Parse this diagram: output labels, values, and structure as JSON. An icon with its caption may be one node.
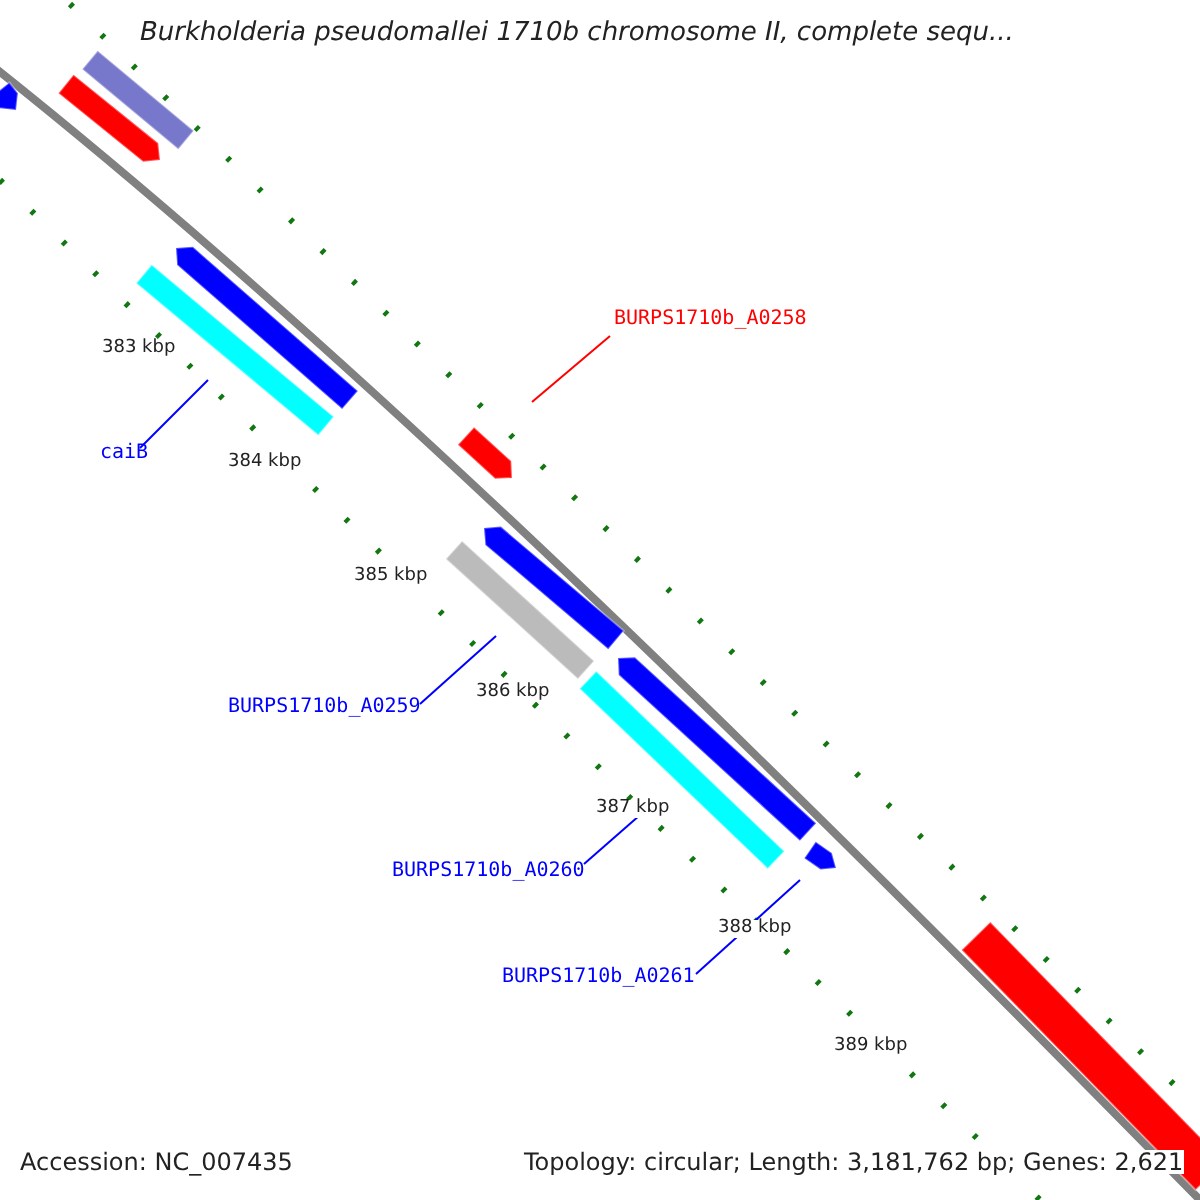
{
  "diagram": {
    "title": "Burkholderia pseudomallei 1710b chromosome II, complete sequ...",
    "nodes": [
      {
        "text": [
          "BURPS1710b_A0258"
        ]
      },
      {
        "text": [
          "caiB"
        ]
      },
      {
        "text": [
          "BURPS1710b_A0259"
        ]
      },
      {
        "text": [
          "BURPS1710b_A0260"
        ]
      },
      {
        "text": [
          "BURPS1710b_A0261"
        ]
      },
      {
        "text": [],
        "shape": "bar"
      },
      {
        "text": [],
        "shape": "bar"
      },
      {
        "text": [],
        "shape": "bar"
      },
      {
        "text": [],
        "shape": "bar"
      },
      {
        "text": [],
        "shape": "bar"
      },
      {
        "text": [],
        "shape": "bar"
      },
      {
        "text": [],
        "shape": "bar"
      },
      {
        "text": [],
        "shape": "bar"
      },
      {
        "text": [],
        "shape": "bar"
      },
      {
        "text": [],
        "shape": "bar"
      },
      {
        "text": [],
        "shape": "bar"
      },
      {
        "text": [],
        "shape": "bar"
      }
    ],
    "edges": [
      {
        "from": 0,
        "to": 10,
        "arrow": "none",
        "color": "#ff0000"
      },
      {
        "from": 1,
        "to": 9,
        "arrow": "none"
      },
      {
        "from": 2,
        "to": 12,
        "arrow": "none"
      },
      {
        "from": 3,
        "to": 14,
        "arrow": "none"
      },
      {
        "from": 4,
        "to": 15,
        "arrow": "none"
      }
    ],
    "labels": [
      "383 kbp",
      "384 kbp",
      "385 kbp",
      "386 kbp",
      "387 kbp",
      "388 kbp",
      "389 kbp",
      "Accession: NC_007435",
      "Topology: circular; Length: 3,181,762 bp; Genes: 2,621"
    ]
  }
}
